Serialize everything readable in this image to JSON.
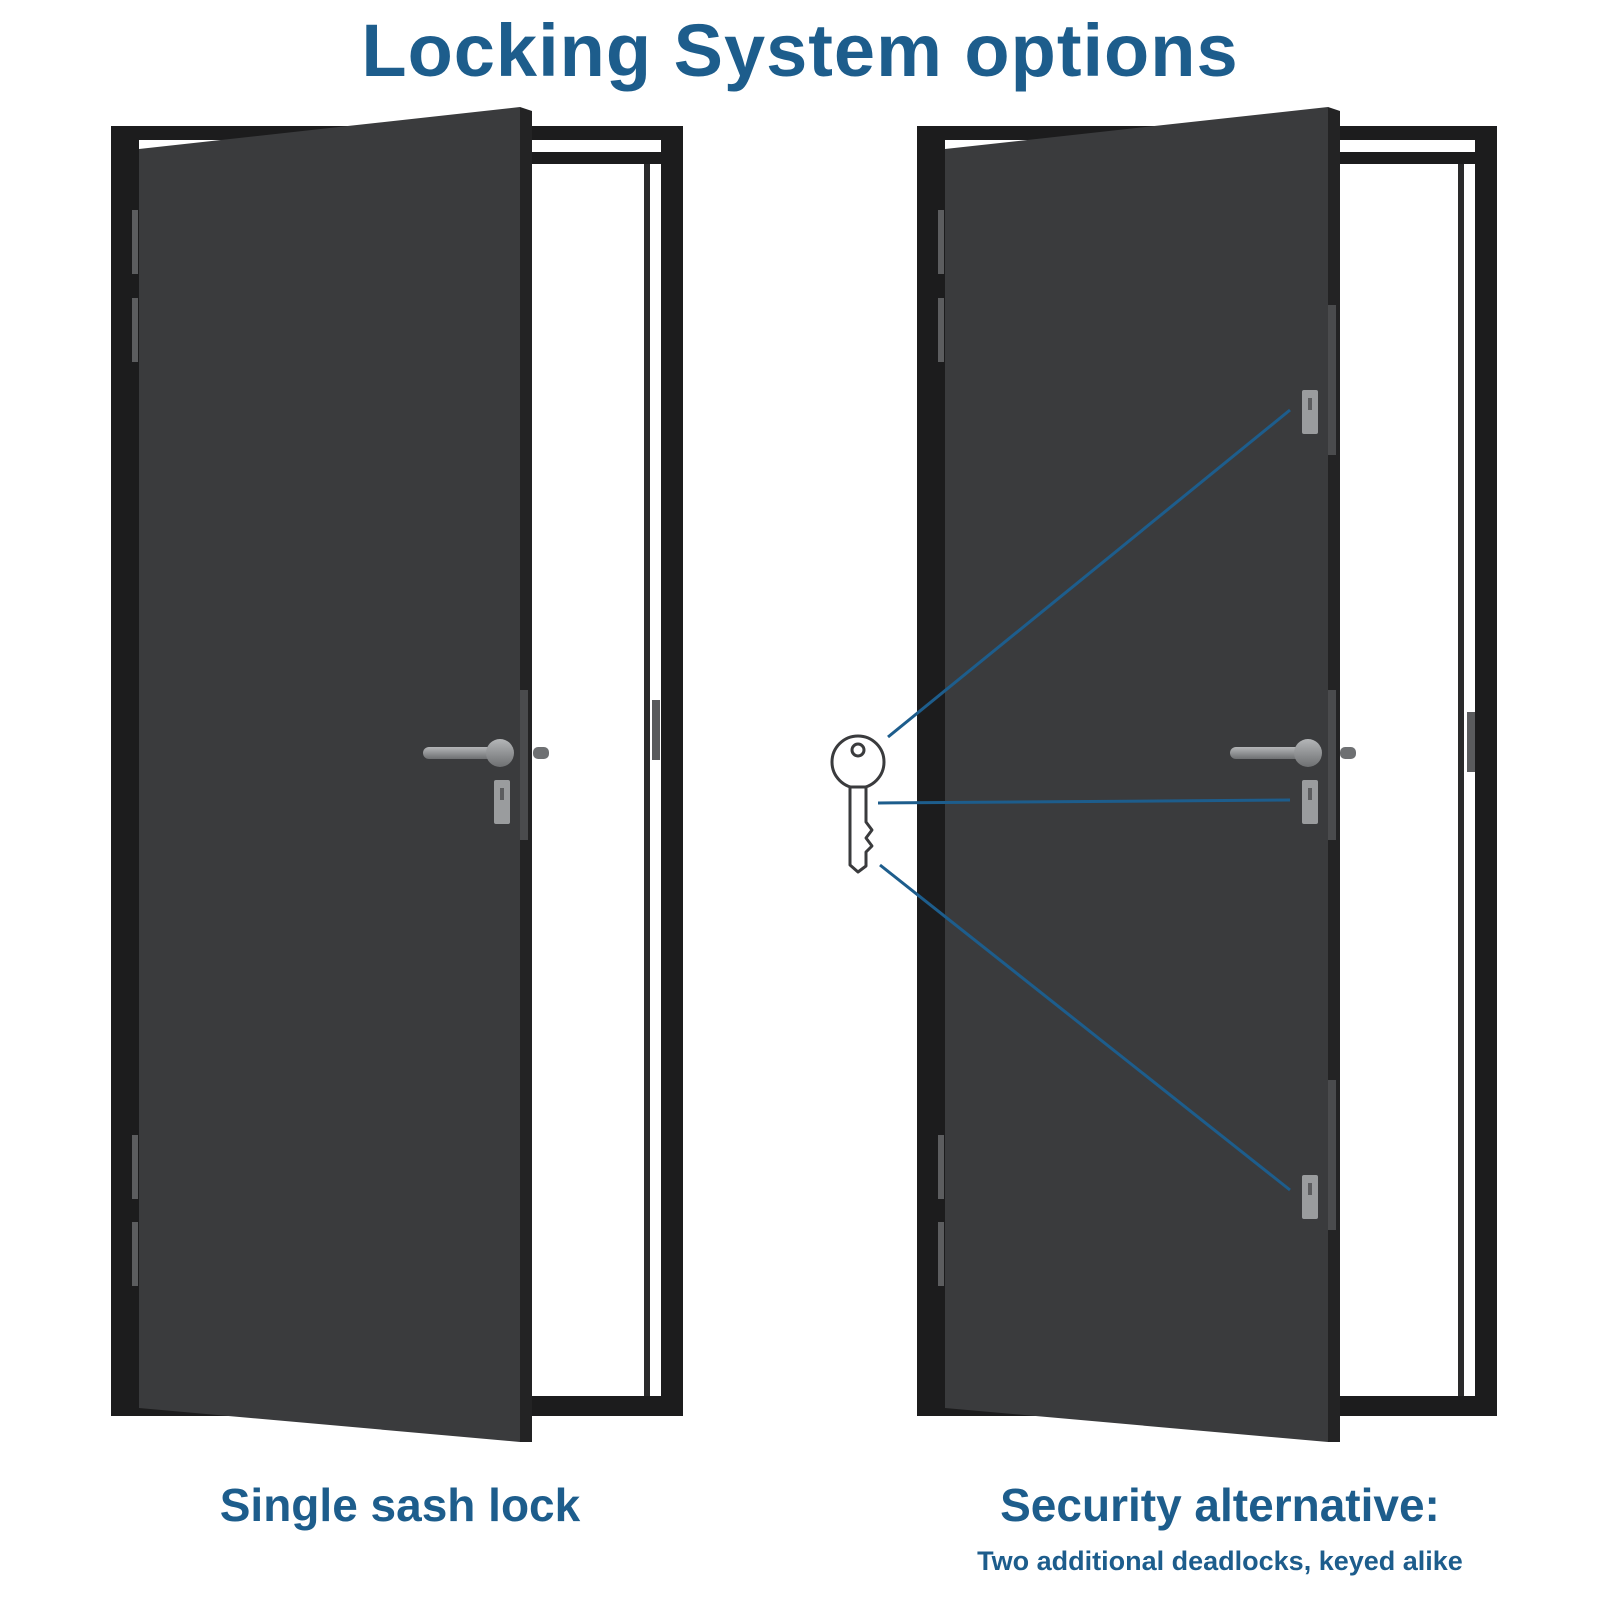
{
  "title": "Locking System options",
  "colors": {
    "accent": "#1d5d8c",
    "door": "#3a3b3d",
    "frame": "#1c1c1d",
    "hardware": "#8c8e90"
  },
  "left_panel": {
    "caption": "Single sash lock"
  },
  "right_panel": {
    "caption": "Security alternative:",
    "subcaption": "Two additional deadlocks, keyed alike"
  },
  "icons": [
    "key-icon",
    "lever-handle-icon",
    "keyhole-escutcheon-icon",
    "hinge-icon"
  ]
}
